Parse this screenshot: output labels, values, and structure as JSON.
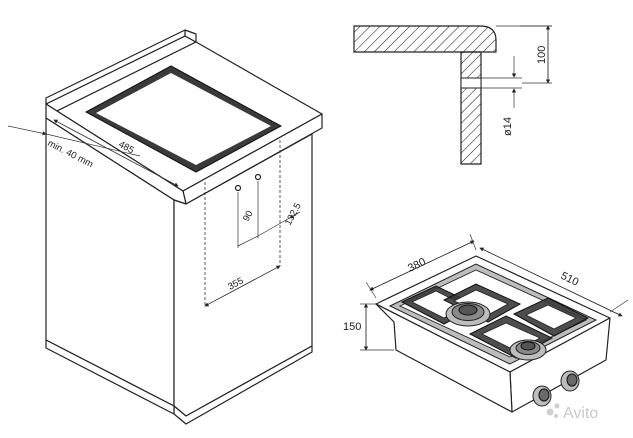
{
  "cabinet": {
    "dim_width": "485",
    "dim_min_gap": "min. 40 mm",
    "dim_hole_spacing": "90",
    "dim_side": "132.5",
    "dim_bottom": "355"
  },
  "section": {
    "dim_height": "100",
    "dim_hole": "ø14"
  },
  "hob": {
    "dim_depth": "380",
    "dim_width": "510",
    "dim_height": "150"
  },
  "watermark": {
    "text": "Avito"
  }
}
